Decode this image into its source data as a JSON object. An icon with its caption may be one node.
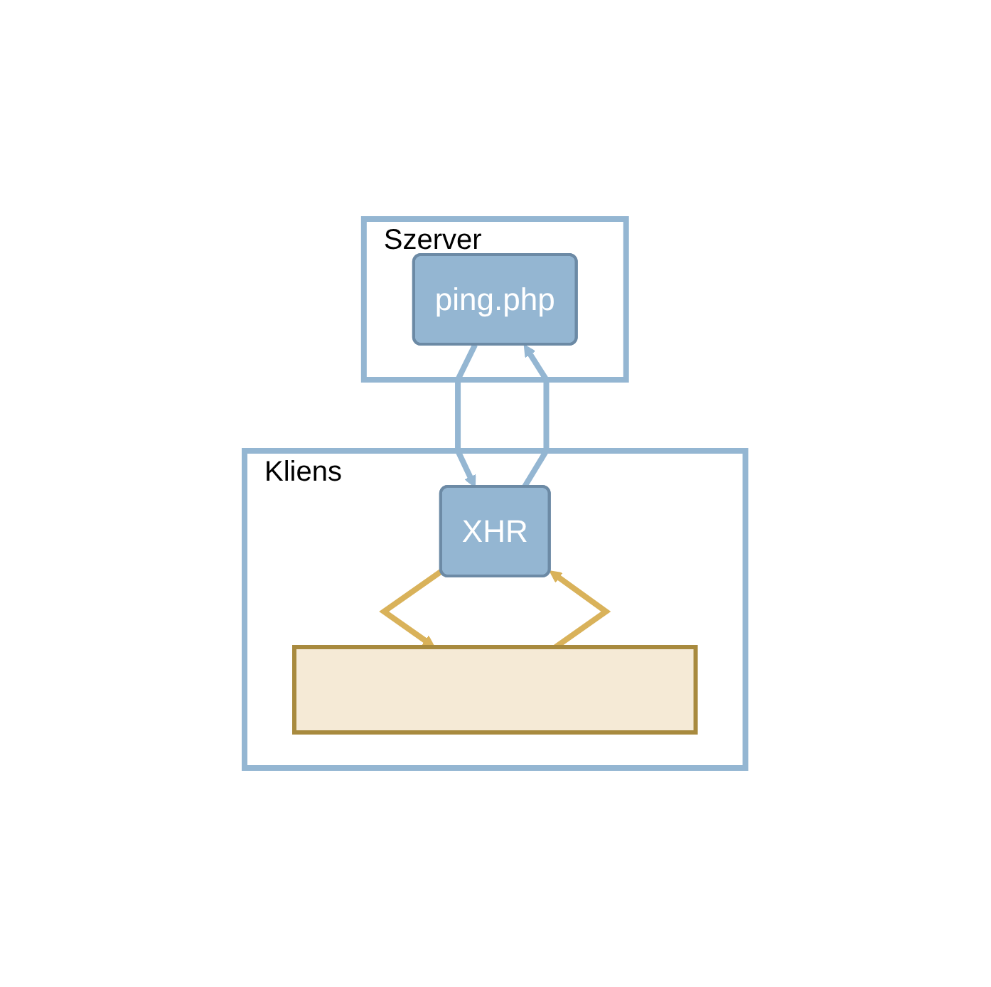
{
  "diagram": {
    "nodes": [
      {
        "text": [
          "Szerver"
        ]
      },
      {
        "text": [
          "ping.php"
        ],
        "in": 0
      },
      {
        "text": [
          "Kliens"
        ]
      },
      {
        "text": [
          "XHR"
        ],
        "in": 2
      },
      {
        "text": [],
        "shape": "bar",
        "in": 2
      }
    ],
    "edges": [
      {
        "from": 3,
        "to": 1,
        "arrow": "to"
      },
      {
        "from": 1,
        "to": 3,
        "arrow": "to"
      },
      {
        "from": 4,
        "to": 3,
        "arrow": "to",
        "color": "#d9b25a"
      },
      {
        "from": 3,
        "to": 4,
        "arrow": "to",
        "color": "#d9b25a"
      }
    ]
  }
}
